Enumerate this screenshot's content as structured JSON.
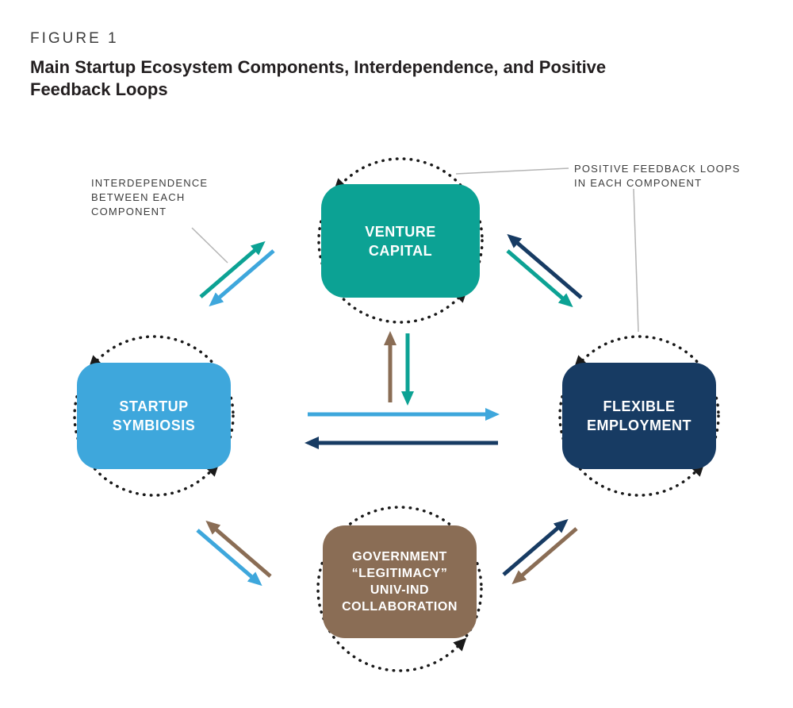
{
  "figure": {
    "label": "FIGURE 1",
    "title_line1": "Main Startup Ecosystem Components, Interdependence, and Positive",
    "title_line2": "Feedback Loops"
  },
  "callouts": {
    "interdependence": {
      "line1": "INTERDEPENDENCE",
      "line2": "BETWEEN EACH",
      "line3": "COMPONENT"
    },
    "positive_feedback": {
      "line1": "POSITIVE FEEDBACK LOOPS",
      "line2": "IN EACH COMPONENT"
    }
  },
  "components": {
    "venture_capital": {
      "line1": "VENTURE",
      "line2": "CAPITAL",
      "color": "#0ca294"
    },
    "startup_symbiosis": {
      "line1": "STARTUP",
      "line2": "SYMBIOSIS",
      "color": "#3ea7dc"
    },
    "flexible_employment": {
      "line1": "FLEXIBLE",
      "line2": "EMPLOYMENT",
      "color": "#173b63"
    },
    "government": {
      "line1": "GOVERNMENT",
      "line2": "“LEGITIMACY”",
      "line3": "UNIV-IND",
      "line4": "COLLABORATION",
      "color": "#8a6d55"
    }
  },
  "colors": {
    "teal": "#0ca294",
    "light_blue": "#3ea7dc",
    "navy": "#173b63",
    "brown": "#8a6d55",
    "loop_black": "#1a1a1a",
    "callout_line_gray": "#b5b5b5",
    "text_dark": "#231f20"
  },
  "connections": [
    {
      "from": "startup_symbiosis",
      "to": "venture_capital",
      "color": "teal"
    },
    {
      "from": "venture_capital",
      "to": "startup_symbiosis",
      "color": "light_blue"
    },
    {
      "from": "flexible_employment",
      "to": "venture_capital",
      "color": "navy"
    },
    {
      "from": "venture_capital",
      "to": "flexible_employment",
      "color": "teal"
    },
    {
      "from": "startup_symbiosis",
      "to": "flexible_employment",
      "color": "light_blue"
    },
    {
      "from": "flexible_employment",
      "to": "startup_symbiosis",
      "color": "navy"
    },
    {
      "from": "government",
      "to": "venture_capital",
      "color": "brown"
    },
    {
      "from": "venture_capital",
      "to": "government",
      "color": "teal"
    },
    {
      "from": "government",
      "to": "startup_symbiosis",
      "color": "brown"
    },
    {
      "from": "startup_symbiosis",
      "to": "government",
      "color": "light_blue"
    },
    {
      "from": "government",
      "to": "flexible_employment",
      "color": "navy"
    },
    {
      "from": "flexible_employment",
      "to": "government",
      "color": "brown"
    }
  ]
}
